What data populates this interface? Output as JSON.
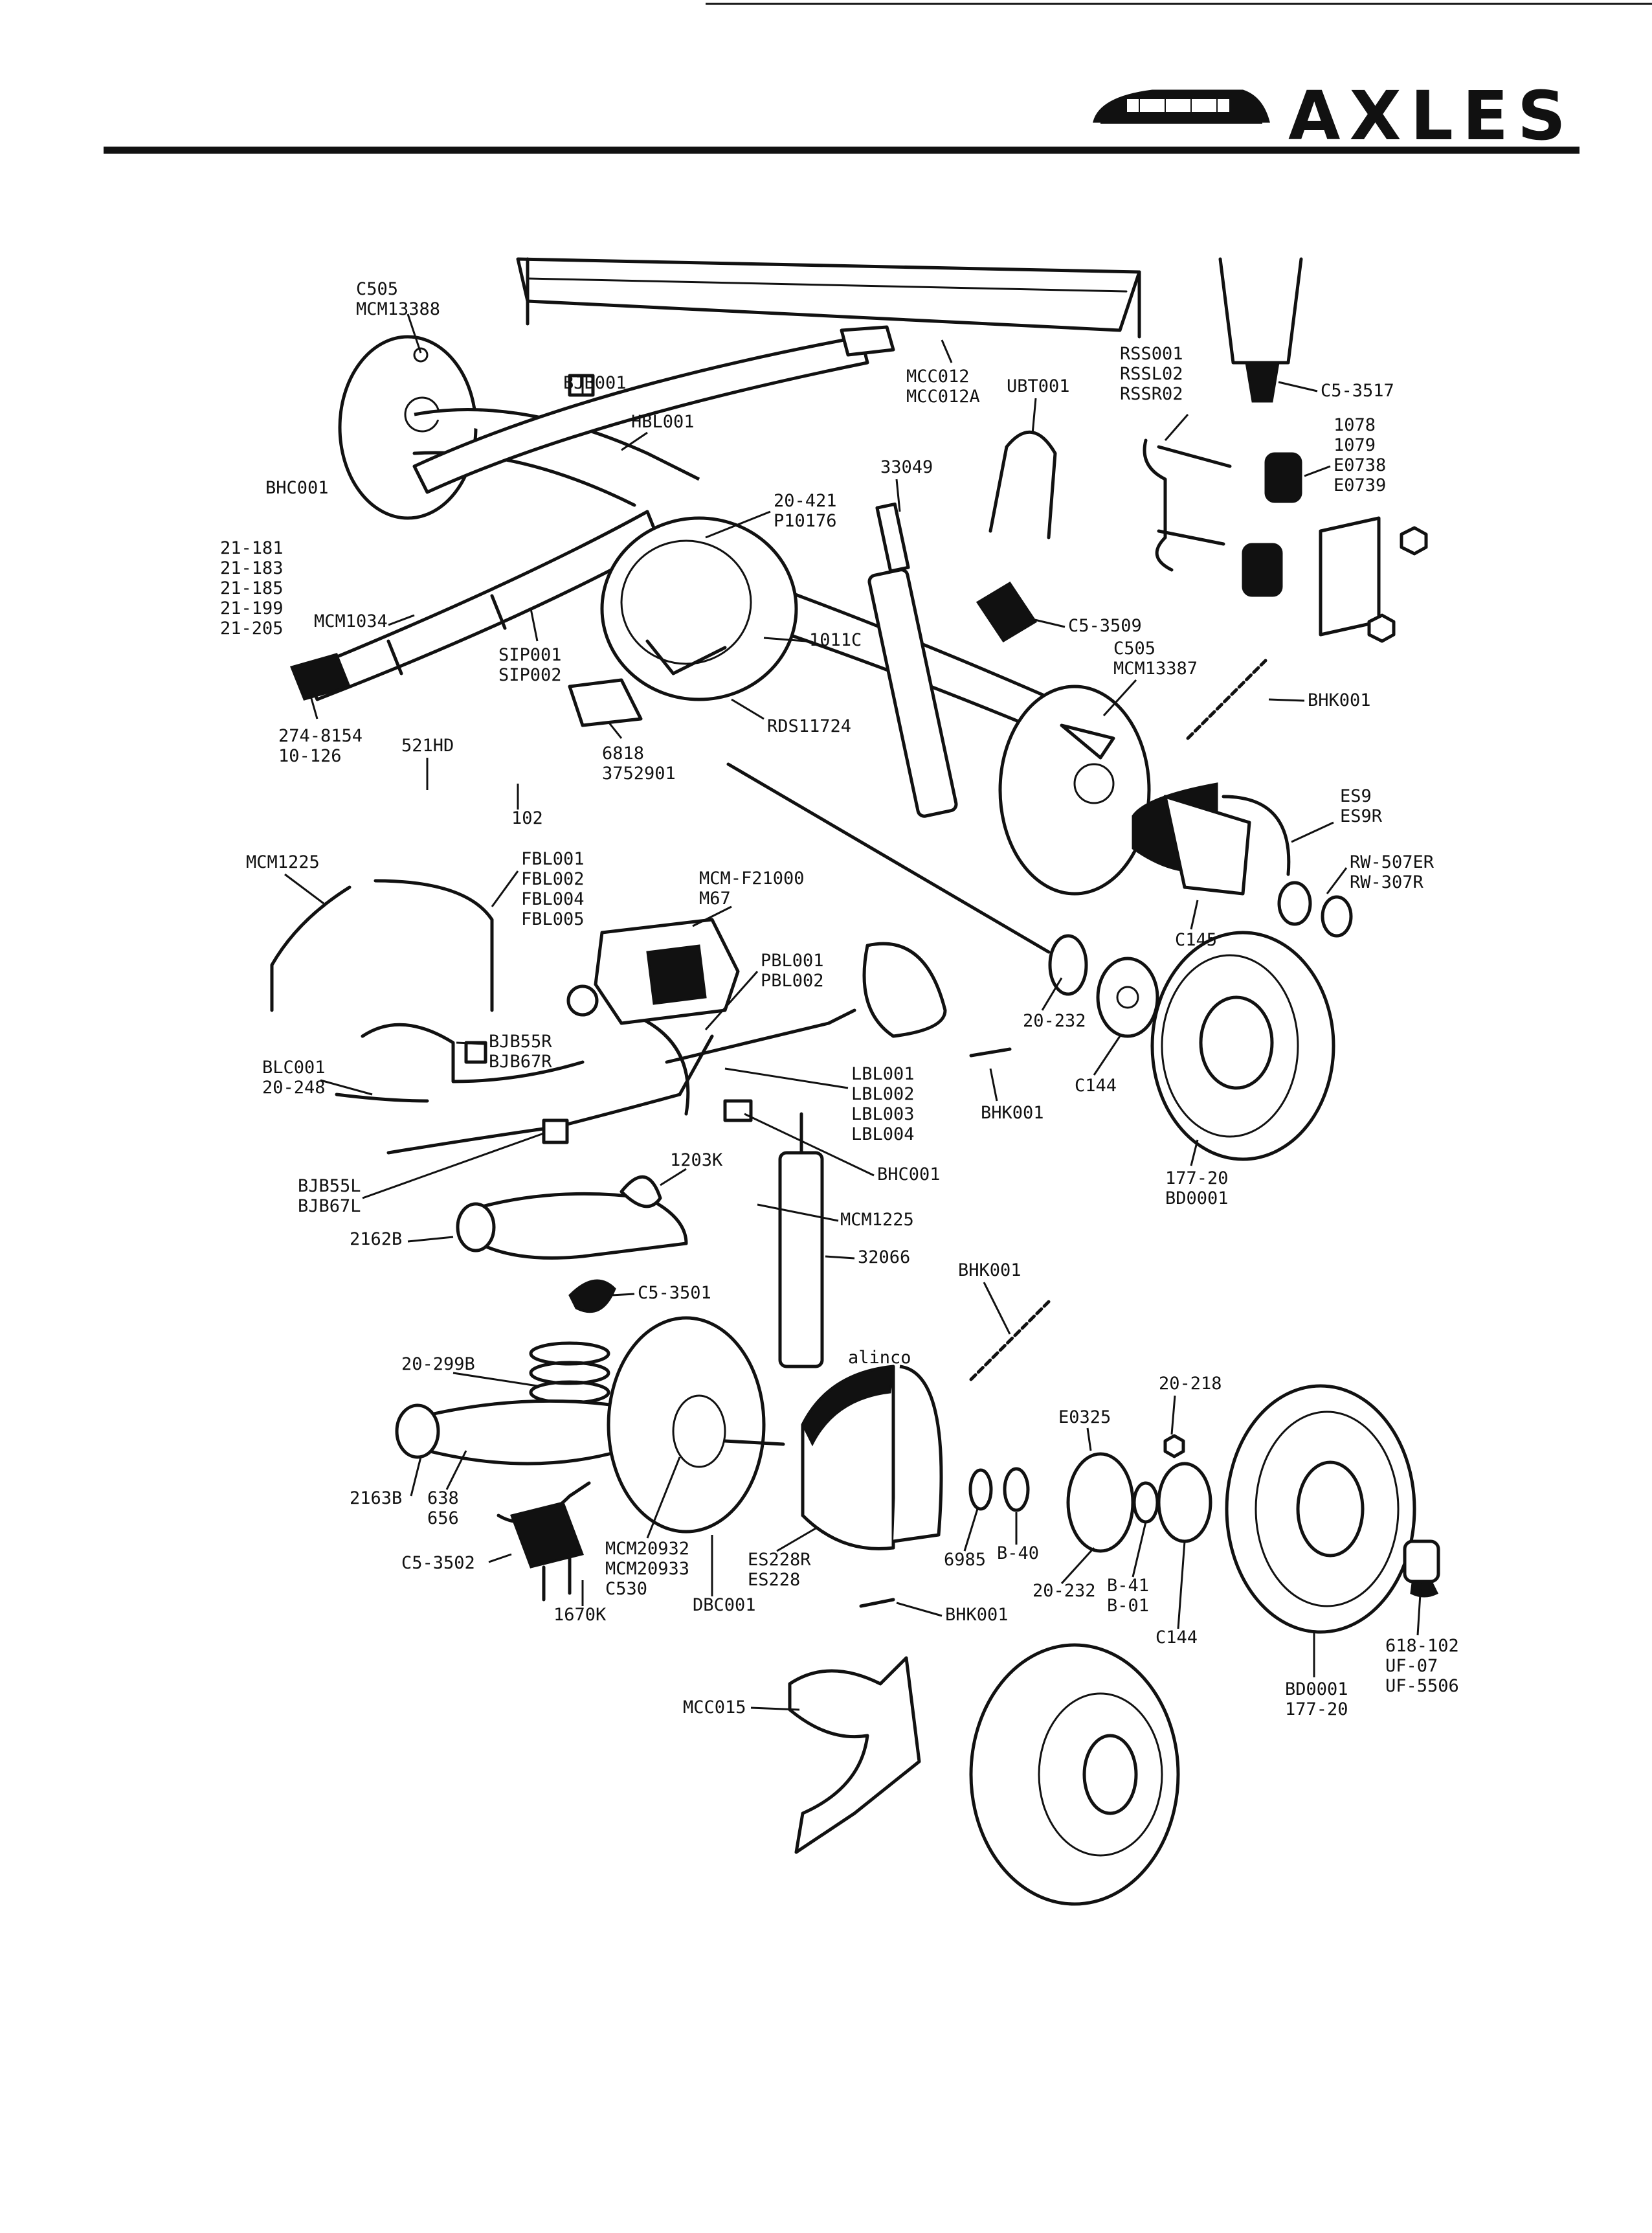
{
  "header": {
    "title": "AXLES",
    "logo_icon": "classic-car-emblem-icon"
  },
  "labels": {
    "c505_mcm13388": "C505\nMCM13388",
    "bjb001": "BJB001",
    "hbl001": "HBL001",
    "mcc012": "MCC012\nMCC012A",
    "ubt001": "UBT001",
    "rss": "RSS001\nRSSL02\nRSSR02",
    "c5_3517": "C5-3517",
    "bushings": "1078\n1079\nE0738\nE0739",
    "bhc001_top": "BHC001",
    "spring_parts": "21-181\n21-183\n21-185\n21-199\n21-205",
    "mcm1034": "MCM1034",
    "p20_421": "20-421\nP10176",
    "p33049": "33049",
    "p1011c": "1011C",
    "c5_3509": "C5-3509",
    "c505_mcm13387": "C505\nMCM13387",
    "bhk001_top": "BHK001",
    "sip": "SIP001\nSIP002",
    "p274": "274-8154\n10-126",
    "p521hd": "521HD",
    "p6818": "6818\n3752901",
    "rds11724": "RDS11724",
    "p102": "102",
    "es9": "ES9\nES9R",
    "rw": "RW-507ER\nRW-307R",
    "c145": "C145",
    "mcm1225_top": "MCM1225",
    "fbl": "FBL001\nFBL002\nFBL004\nFBL005",
    "mcm_f21000": "MCM-F21000\nM67",
    "pbl": "PBL001\nPBL002",
    "p20_232_top": "20-232",
    "c144_top": "C144",
    "bhk001_mid": "BHK001",
    "bjb55r": "BJB55R\nBJB67R",
    "blc001": "BLC001\n20-248",
    "lbl": "LBL001\nLBL002\nLBL003\nLBL004",
    "bhc001_mid": "BHC001",
    "p177_top": "177-20\nBD0001",
    "p1203k": "1203K",
    "bjb55l": "BJB55L\nBJB67L",
    "mcm1225_mid": "MCM1225",
    "p2162b": "2162B",
    "p32066": "32066",
    "c5_3501": "C5-3501",
    "bhk001_low": "BHK001",
    "p20_299b": "20-299B",
    "p20_218": "20-218",
    "e0325": "E0325",
    "p2163b": "2163B",
    "p638": "638\n656",
    "c5_3502": "C5-3502",
    "mcm20932": "MCM20932\nMCM20933\nC530",
    "es228": "ES228R\nES228",
    "dbc001": "DBC001",
    "p1670k": "1670K",
    "p6985": "6985",
    "b40": "B-40",
    "p20_232_low": "20-232",
    "b41": "B-41\nB-01",
    "c144_low": "C144",
    "bhk001_bot": "BHK001",
    "bd0001_low": "BD0001\n177-20",
    "p618": "618-102\nUF-07\nUF-5506",
    "mcc015": "MCC015",
    "shoe_brand": "alinco"
  }
}
